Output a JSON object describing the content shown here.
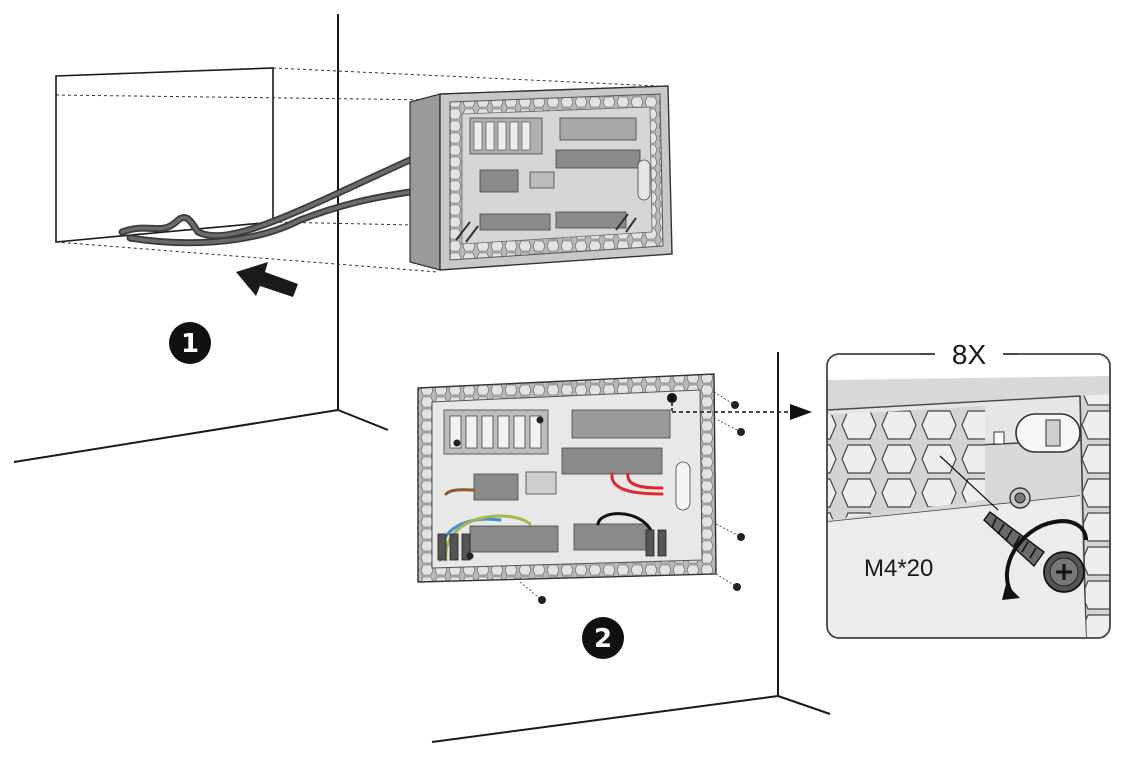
{
  "steps": [
    {
      "number": "1"
    },
    {
      "number": "2"
    }
  ],
  "detail": {
    "quantity": "8X",
    "screw_spec": "M4*20"
  },
  "colors": {
    "line": "#1a1a1a",
    "enclosure_fill": "#c8c8c8",
    "terminal_fill": "#8a8a8a",
    "wire_brown": "#8b5a2b",
    "wire_blue": "#3f8fd8",
    "wire_green_yellow": "#a3b84a",
    "wire_red": "#e0282a",
    "wire_black": "#111111"
  }
}
